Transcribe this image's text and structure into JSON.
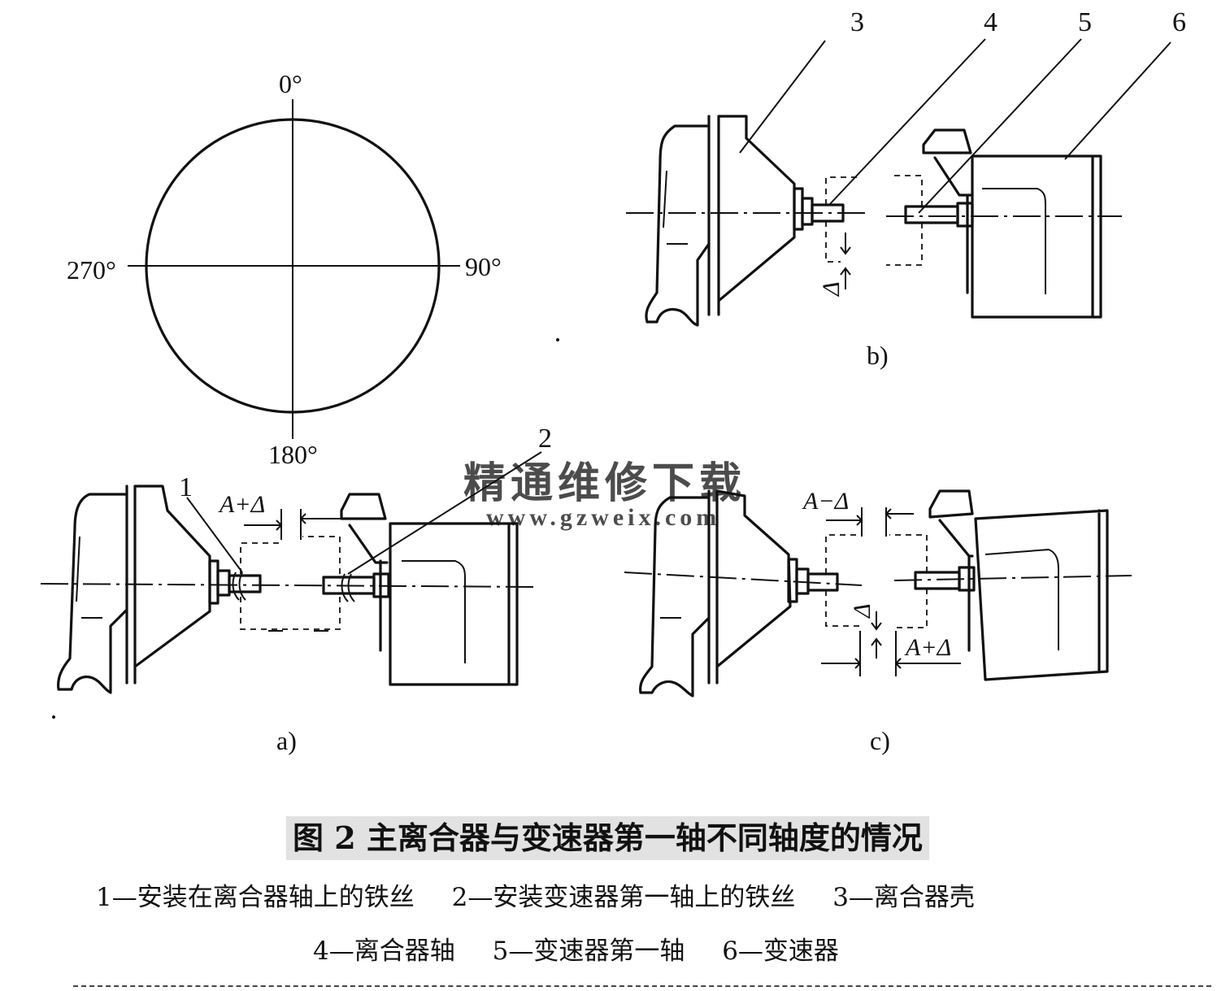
{
  "angles": {
    "top": "0°",
    "right": "90°",
    "bottom": "180°",
    "left": "270°"
  },
  "callouts": [
    "1",
    "2",
    "3",
    "4",
    "5",
    "6"
  ],
  "subfigures": {
    "a": "a)",
    "b": "b)",
    "c": "c)"
  },
  "dimensions": {
    "a_gap": "A+Δ",
    "b_offset": "Δ",
    "c_top_gap": "A−Δ",
    "c_offset": "Δ",
    "c_bottom_gap": "A+Δ"
  },
  "watermark": {
    "line1": "精通维修下载",
    "line2": "www.gzweix.com"
  },
  "caption": {
    "title": "图 2 主离合器与变速器第一轴不同轴度的情况",
    "legend_row1": [
      "1—安装在离合器轴上的铁丝",
      "2—安装变速器第一轴上的铁丝",
      "3—离合器壳"
    ],
    "legend_row2": [
      "4—离合器轴",
      "5—变速器第一轴",
      "6—变速器"
    ]
  }
}
